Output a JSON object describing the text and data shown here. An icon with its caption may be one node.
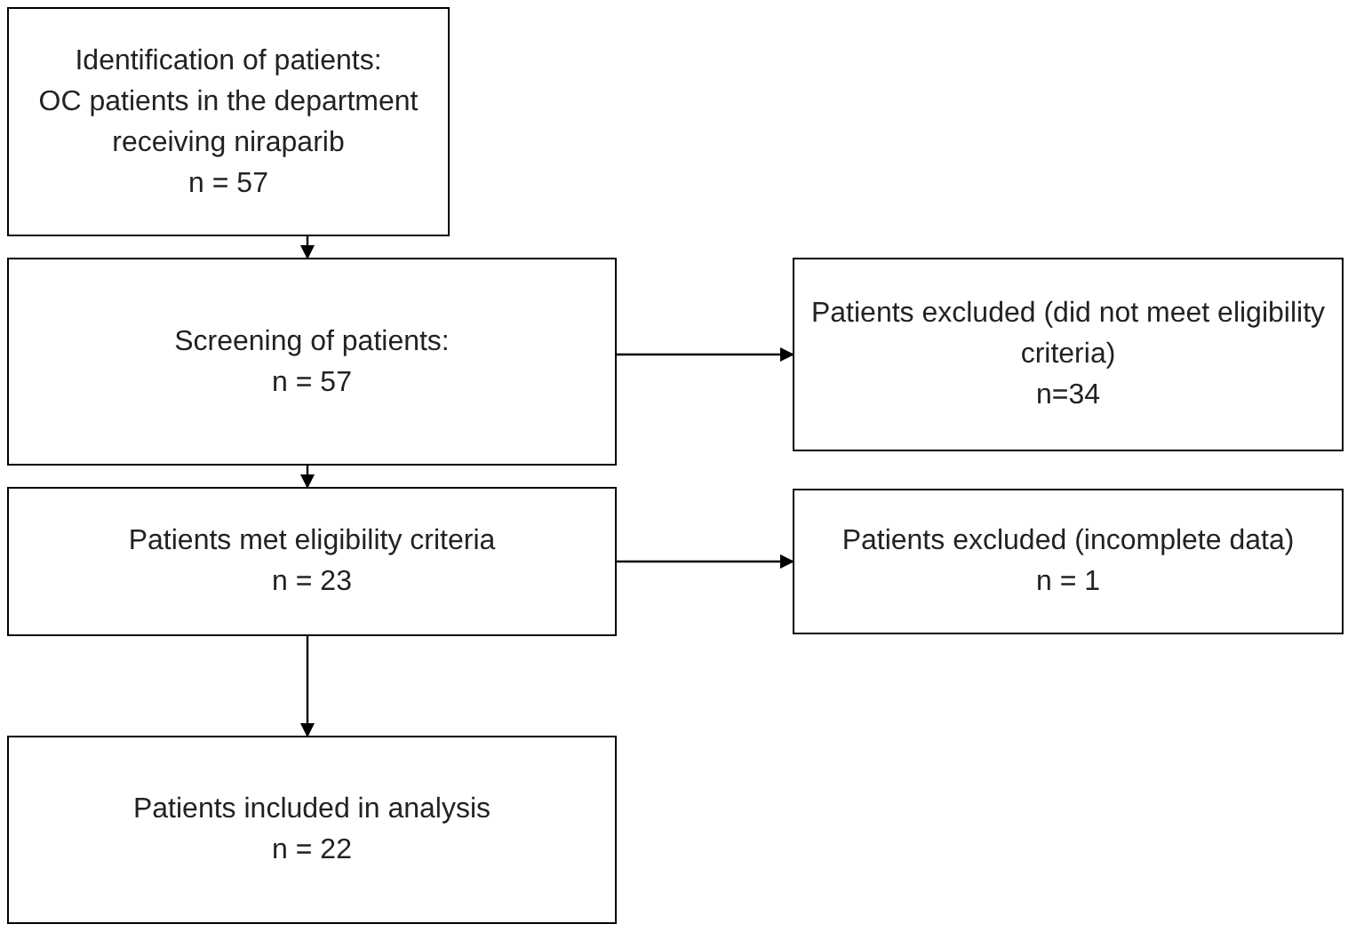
{
  "diagram": {
    "nodes": [
      {
        "text": [
          "Identification of patients:",
          "OC patients in the department receiving niraparib",
          "n = 57"
        ]
      },
      {
        "text": [
          "Screening of patients:",
          "n = 57"
        ]
      },
      {
        "text": [
          "Patients excluded (did not meet eligibility criteria)",
          "n=34"
        ]
      },
      {
        "text": [
          "Patients met eligibility criteria",
          "n = 23"
        ]
      },
      {
        "text": [
          "Patients excluded (incomplete data)",
          "n = 1"
        ]
      },
      {
        "text": [
          "Patients included in analysis",
          "n = 22"
        ]
      }
    ],
    "edges": [
      {
        "from": 0,
        "to": 1,
        "arrow": "to"
      },
      {
        "from": 1,
        "to": 2,
        "arrow": "to"
      },
      {
        "from": 1,
        "to": 3,
        "arrow": "to"
      },
      {
        "from": 3,
        "to": 4,
        "arrow": "to"
      },
      {
        "from": 3,
        "to": 5,
        "arrow": "to"
      }
    ]
  }
}
